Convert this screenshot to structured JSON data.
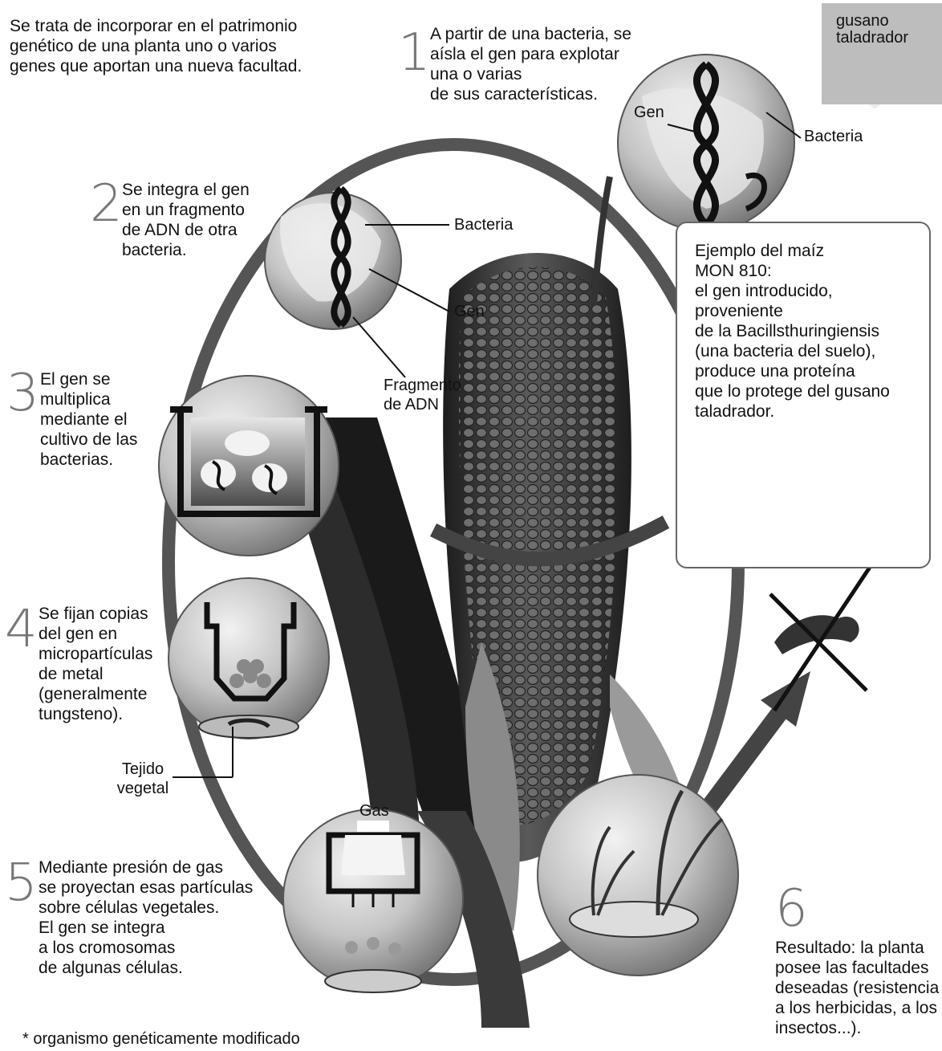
{
  "intro": "Se trata de incorporar en el patrimonio\ngenético de una planta uno o varios\ngenes que aportan una nueva facultad.",
  "steps": [
    {
      "number": "1",
      "text": "A partir de una bacteria, se\naísla el gen para explotar\nuna o varias\nde sus características."
    },
    {
      "number": "2",
      "text": "Se integra el gen\nen un fragmento\nde ADN de otra\nbacteria."
    },
    {
      "number": "3",
      "text": "El gen se\nmultiplica\nmediante el\ncultivo de las\nbacterias."
    },
    {
      "number": "4",
      "text": "Se fijan copias\ndel gen en\nmicropartículas\nde metal\n(generalmente\ntungsteno)."
    },
    {
      "number": "5",
      "text": "Mediante presión de gas\nse proyectan esas partículas\nsobre células vegetales.\nEl gen se integra\na los cromosomas\nde algunas células."
    },
    {
      "number": "6",
      "text": "Resultado: la planta\nposee las facultades\ndeseadas (resistencia\na los herbicidas, a los\ninsectos...)."
    }
  ],
  "labels": {
    "gen_1": "Gen",
    "bacteria_1": "Bacteria",
    "bacteria_2": "Bacteria",
    "gen_2": "Gen",
    "fragmento": "Fragmento\nde ADN",
    "tejido": "Tejido\nvegetal",
    "gas": "Gas",
    "gusano": "gusano\ntaladrador"
  },
  "example_box": "Ejemplo del maíz\nMON 810:\nel gen introducido,\nproveniente\nde la Bacillsthuringiensis\n (una bacteria del suelo),\nproduce una proteína\nque lo protege del gusano\ntaladrador.",
  "footnote": "* organismo genéticamente modificado",
  "colors": {
    "ring": "#555555",
    "corn": "#3a3a3a",
    "sphere": "#c8c8c8"
  }
}
